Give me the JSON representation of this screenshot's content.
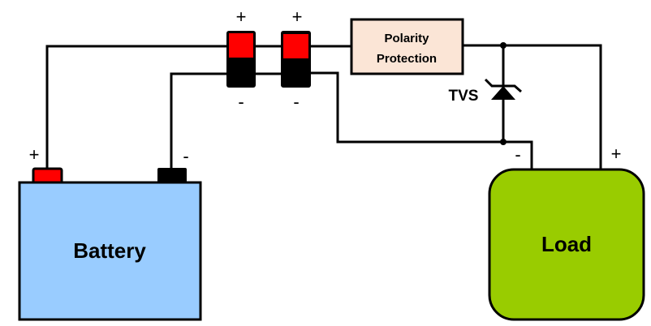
{
  "diagram": {
    "title": "Battery polarity protection circuit with TVS",
    "battery": {
      "label": "Battery",
      "pos_sign": "+",
      "neg_sign": "-",
      "color": "#99ccff"
    },
    "load": {
      "label": "Load",
      "pos_sign": "+",
      "neg_sign": "-",
      "color": "#99cc00"
    },
    "connector_1": {
      "pos_sign": "+",
      "neg_sign": "-"
    },
    "connector_2": {
      "pos_sign": "+",
      "neg_sign": "-"
    },
    "polarity_protection": {
      "line1": "Polarity",
      "line2": "Protection",
      "color": "#fbe5d6"
    },
    "tvs": {
      "label": "TVS"
    },
    "colors": {
      "terminal_positive": "#ff0000",
      "terminal_negative": "#000000",
      "wire": "#000000"
    }
  }
}
